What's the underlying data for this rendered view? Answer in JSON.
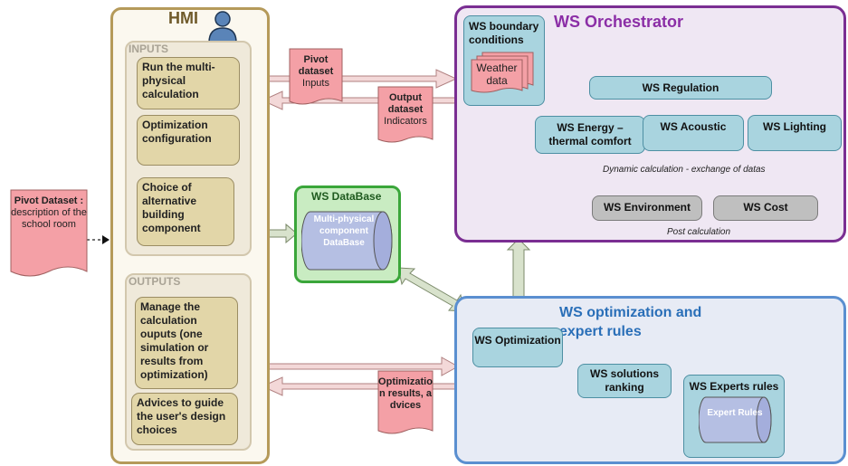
{
  "hmi": {
    "title": "HMI",
    "inputs_label": "INPUTS",
    "input_boxes": [
      "Run the multi-physical calculation",
      "Optimization configuration",
      "Choice of alternative building component"
    ],
    "outputs_label": "OUTPUTS",
    "output_boxes": [
      "Manage the calculation ouputs (one simulation or results from optimization)",
      "Advices to guide the user's design choices"
    ]
  },
  "pivot_dataset_left": {
    "title": "Pivot Dataset :",
    "text": "description of the school room"
  },
  "pivot_inputs": {
    "title": "Pivot dataset",
    "sub": "Inputs"
  },
  "output_indicators": {
    "title": "Output dataset",
    "sub": "Indicators"
  },
  "optim_results": {
    "title": "Optimization results, advices"
  },
  "orchestrator": {
    "title": "WS Orchestrator",
    "boundary": "WS boundary conditions",
    "weather": "Weather data",
    "regulation": "WS Regulation",
    "energy": "WS Energy – thermal comfort",
    "acoustic": "WS Acoustic",
    "lighting": "WS Lighting",
    "dynamic_note": "Dynamic calculation - exchange of datas",
    "environment": "WS Environment",
    "cost": "WS Cost",
    "post_note": "Post calculation"
  },
  "database": {
    "title": "WS DataBase",
    "content": "Multi-physical component DataBase"
  },
  "optimization": {
    "title": "WS optimization and expert rules",
    "ws_optimization": "WS Optimization",
    "ranking": "WS solutions ranking",
    "experts": "WS Experts rules",
    "expert_rules": "Expert Rules"
  },
  "colors": {
    "hmi": "#b59a5a",
    "orchestrator": "#7a2e92",
    "database": "#3aa63a",
    "optimization": "#5a8fd0",
    "document": "#f4a0a6"
  }
}
